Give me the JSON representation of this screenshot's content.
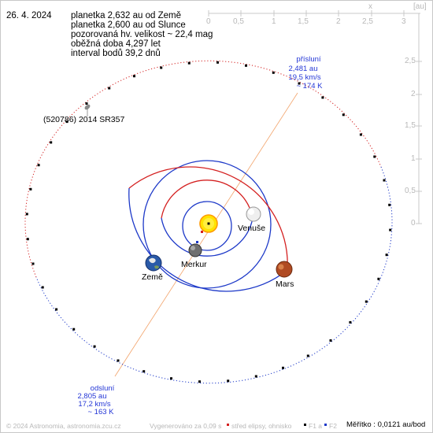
{
  "date": "26. 4. 2024",
  "info_lines": [
    "planetka 2,632 au od Země",
    "planetka 2,600 au od Slunce",
    "pozorovaná hv. velikost ~ 22,4 mag",
    "oběžná doba 4,297 let",
    "interval bodů 39,2 dnů"
  ],
  "scale_axis": {
    "unit_x": "x",
    "unit": "[au]",
    "ticks_x": [
      "0",
      "0,5",
      "1",
      "1,5",
      "2",
      "2,5",
      "3"
    ],
    "ticks_y": [
      "2,5",
      "2",
      "1,5",
      "1",
      "0,5",
      "0"
    ]
  },
  "asteroid_name": "(520786) 2014 SR357",
  "perihelion": [
    "přísluní",
    "2,481 au",
    "19,5 km/s",
    "~ 174 K"
  ],
  "aphelion": [
    "odsluní",
    "2,805 au",
    "17,2 km/s",
    "~ 163 K"
  ],
  "planets": {
    "venus": "Venuše",
    "mercury": "Merkur",
    "earth": "Země",
    "mars": "Mars"
  },
  "footer": {
    "copyright": "© 2024 Astronomia, astronomia.zcu.cz",
    "generated": "Vygenerováno za 0,09 s",
    "legend_center": "střed elipsy, ohnisko",
    "legend_f1": "F1 a",
    "legend_f2": "F2",
    "scale": "Měřítko : 0,0121 au/bod"
  },
  "colors": {
    "orbit_above": "#d42020",
    "orbit_below": "#1c38c8",
    "line_of_apsides": "#f2a36a",
    "accent_text": "#2437d6"
  }
}
